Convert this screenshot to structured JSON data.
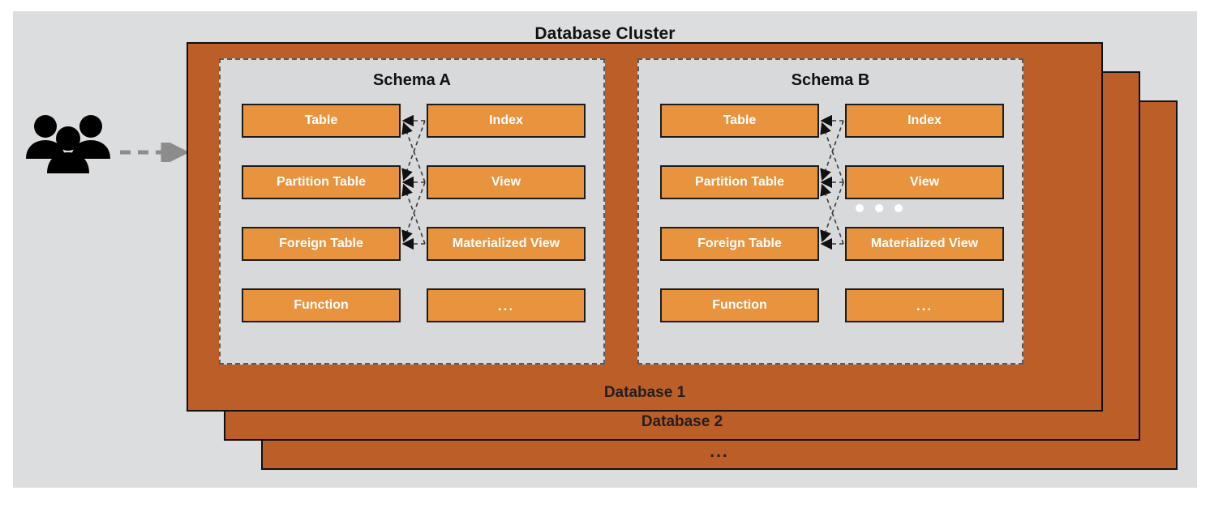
{
  "diagram": {
    "title": "Database Cluster",
    "background_color": "#dcdddf",
    "database_color": "#bc5e28",
    "object_color": "#e8943e"
  },
  "actors": {
    "icon": "users-icon",
    "arrow_icon": "dashed-arrow-right-icon"
  },
  "databases": [
    {
      "label": "Database 1"
    },
    {
      "label": "Database 2"
    },
    {
      "label": "..."
    }
  ],
  "database_more_indicator": "...",
  "schemas": [
    {
      "title": "Schema A",
      "left_column": [
        {
          "label": "Table"
        },
        {
          "label": "Partition Table"
        },
        {
          "label": "Foreign Table"
        },
        {
          "label": "Function"
        }
      ],
      "right_column": [
        {
          "label": "Index"
        },
        {
          "label": "View"
        },
        {
          "label": "Materialized View"
        },
        {
          "label": "..."
        }
      ]
    },
    {
      "title": "Schema B",
      "left_column": [
        {
          "label": "Table"
        },
        {
          "label": "Partition Table"
        },
        {
          "label": "Foreign Table"
        },
        {
          "label": "Function"
        }
      ],
      "right_column": [
        {
          "label": "Index"
        },
        {
          "label": "View"
        },
        {
          "label": "Materialized View"
        },
        {
          "label": "..."
        }
      ]
    }
  ]
}
